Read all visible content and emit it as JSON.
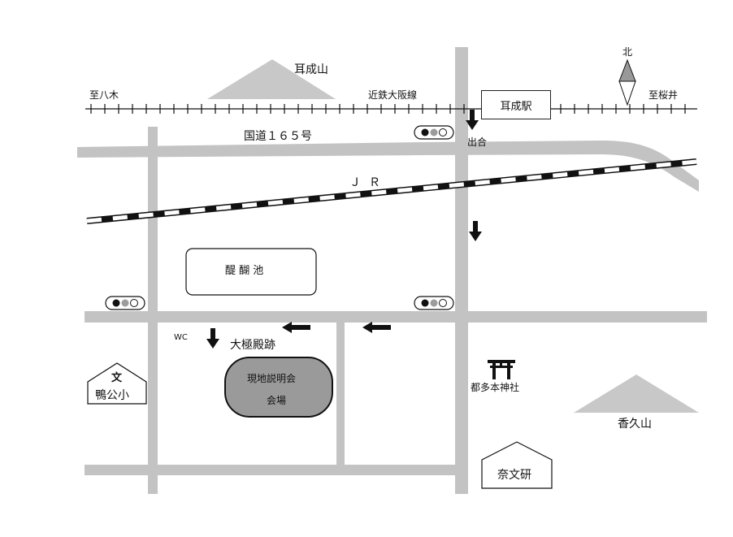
{
  "map": {
    "north": "北",
    "mountains": {
      "miminashi": "耳成山",
      "kagu": "香久山"
    },
    "rail": {
      "to_yagi": "至八木",
      "line_name": "近鉄大阪線",
      "to_sakurai": "至桜井",
      "station": "耳成駅",
      "jr": "ＪＲ"
    },
    "roads": {
      "route165": "国道１６５号",
      "junction": "出合"
    },
    "places": {
      "pond": "醍 醐 池",
      "restroom": "WC",
      "palace": "大極殿跡",
      "venue_line1": "現地説明会",
      "venue_line2": "会場",
      "shrine": "都多本神社",
      "school_mark": "文",
      "school": "鴨公小",
      "institute": "奈文研"
    },
    "colors": {
      "road": "#c3c3c3",
      "venue_fill": "#9a9a9a",
      "mountain": "#c8c8c8",
      "line": "#111111"
    }
  }
}
